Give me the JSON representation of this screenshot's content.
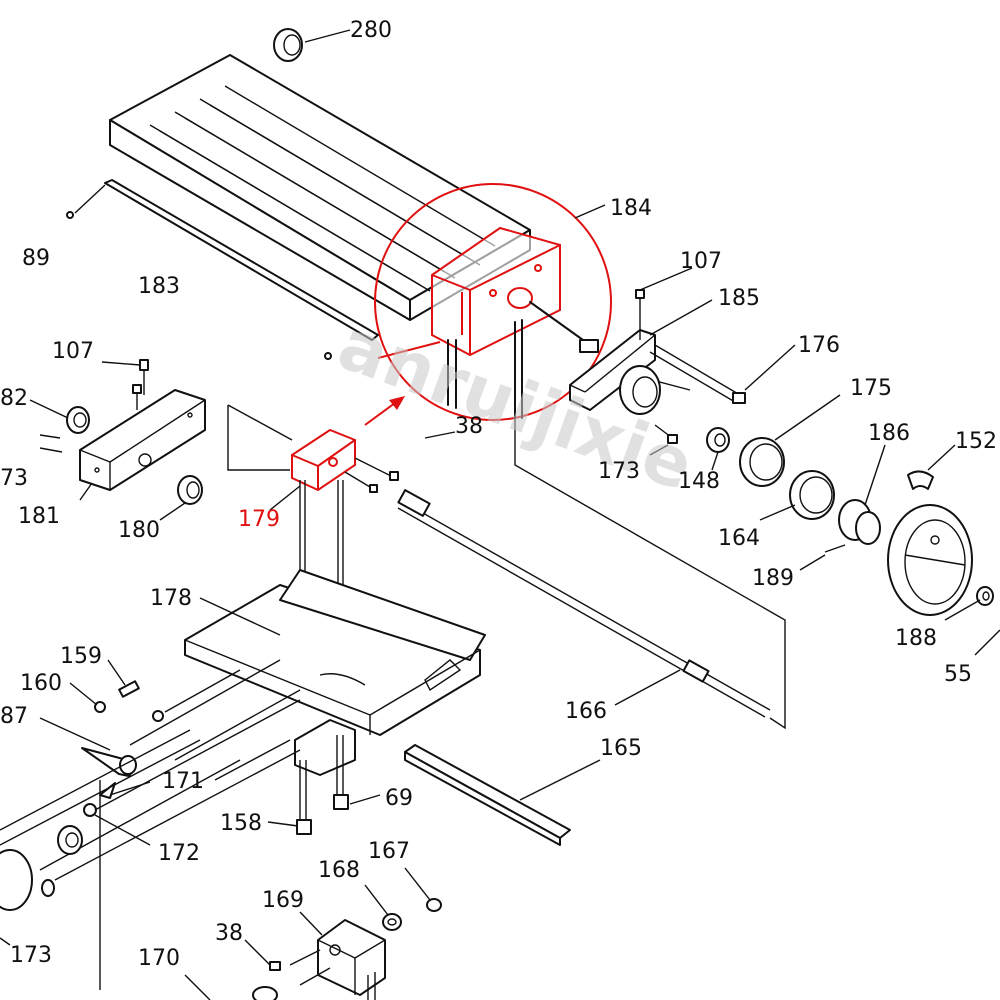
{
  "watermark": "anruijixie",
  "labels": {
    "l280": "280",
    "l184": "184",
    "l107a": "107",
    "l185": "185",
    "l176": "176",
    "l175": "175",
    "l186": "186",
    "l152": "152",
    "l89": "89",
    "l183": "183",
    "l107b": "107",
    "l82": "82",
    "l73": "73",
    "l181": "181",
    "l180": "180",
    "l179": "179",
    "l38a": "38",
    "l173a": "173",
    "l148": "148",
    "l164": "164",
    "l189": "189",
    "l188": "188",
    "l55": "55",
    "l178": "178",
    "l159": "159",
    "l160": "160",
    "l87": "87",
    "l171": "171",
    "l172": "172",
    "l158": "158",
    "l69": "69",
    "l166": "166",
    "l165": "165",
    "l167": "167",
    "l168": "168",
    "l169": "169",
    "l38b": "38",
    "l170": "170",
    "l173b": "173"
  },
  "colors": {
    "highlight": "#e01010",
    "line": "#111111",
    "watermark": "#c9c9c9"
  }
}
